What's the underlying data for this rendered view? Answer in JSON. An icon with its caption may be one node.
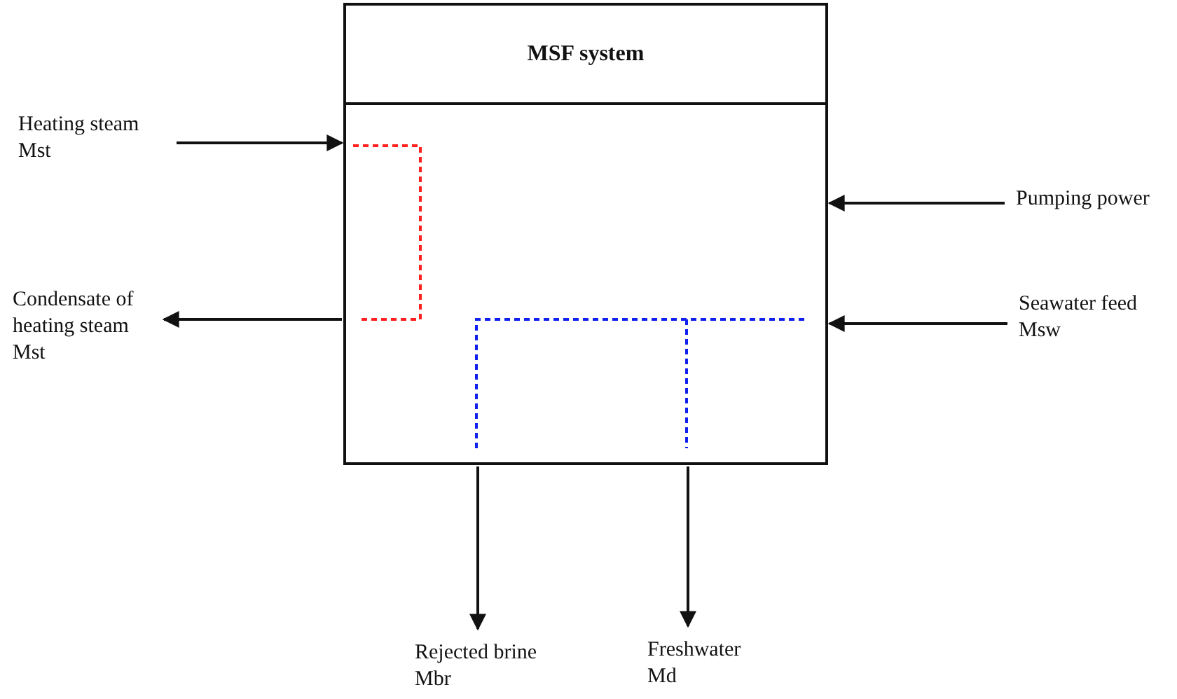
{
  "diagram": {
    "nodes": [
      {
        "text": [
          "MSF system"
        ]
      },
      {
        "text": [
          "Heating steam Mst"
        ]
      },
      {
        "text": [
          "Condensate of heating steam Mst"
        ]
      },
      {
        "text": [
          "Pumping power"
        ]
      },
      {
        "text": [
          "Seawater feed Msw"
        ]
      },
      {
        "text": [
          "Rejected brine Mbr"
        ]
      },
      {
        "text": [
          "Freshwater Md"
        ]
      }
    ],
    "edges": [
      {
        "from": 1,
        "to": 0,
        "arrow": "to"
      },
      {
        "from": 0,
        "to": 2,
        "arrow": "to"
      },
      {
        "from": 3,
        "to": 0,
        "arrow": "to"
      },
      {
        "from": 4,
        "to": 0,
        "arrow": "to"
      },
      {
        "from": 0,
        "to": 5,
        "arrow": "to"
      },
      {
        "from": 0,
        "to": 6,
        "arrow": "to"
      }
    ]
  }
}
